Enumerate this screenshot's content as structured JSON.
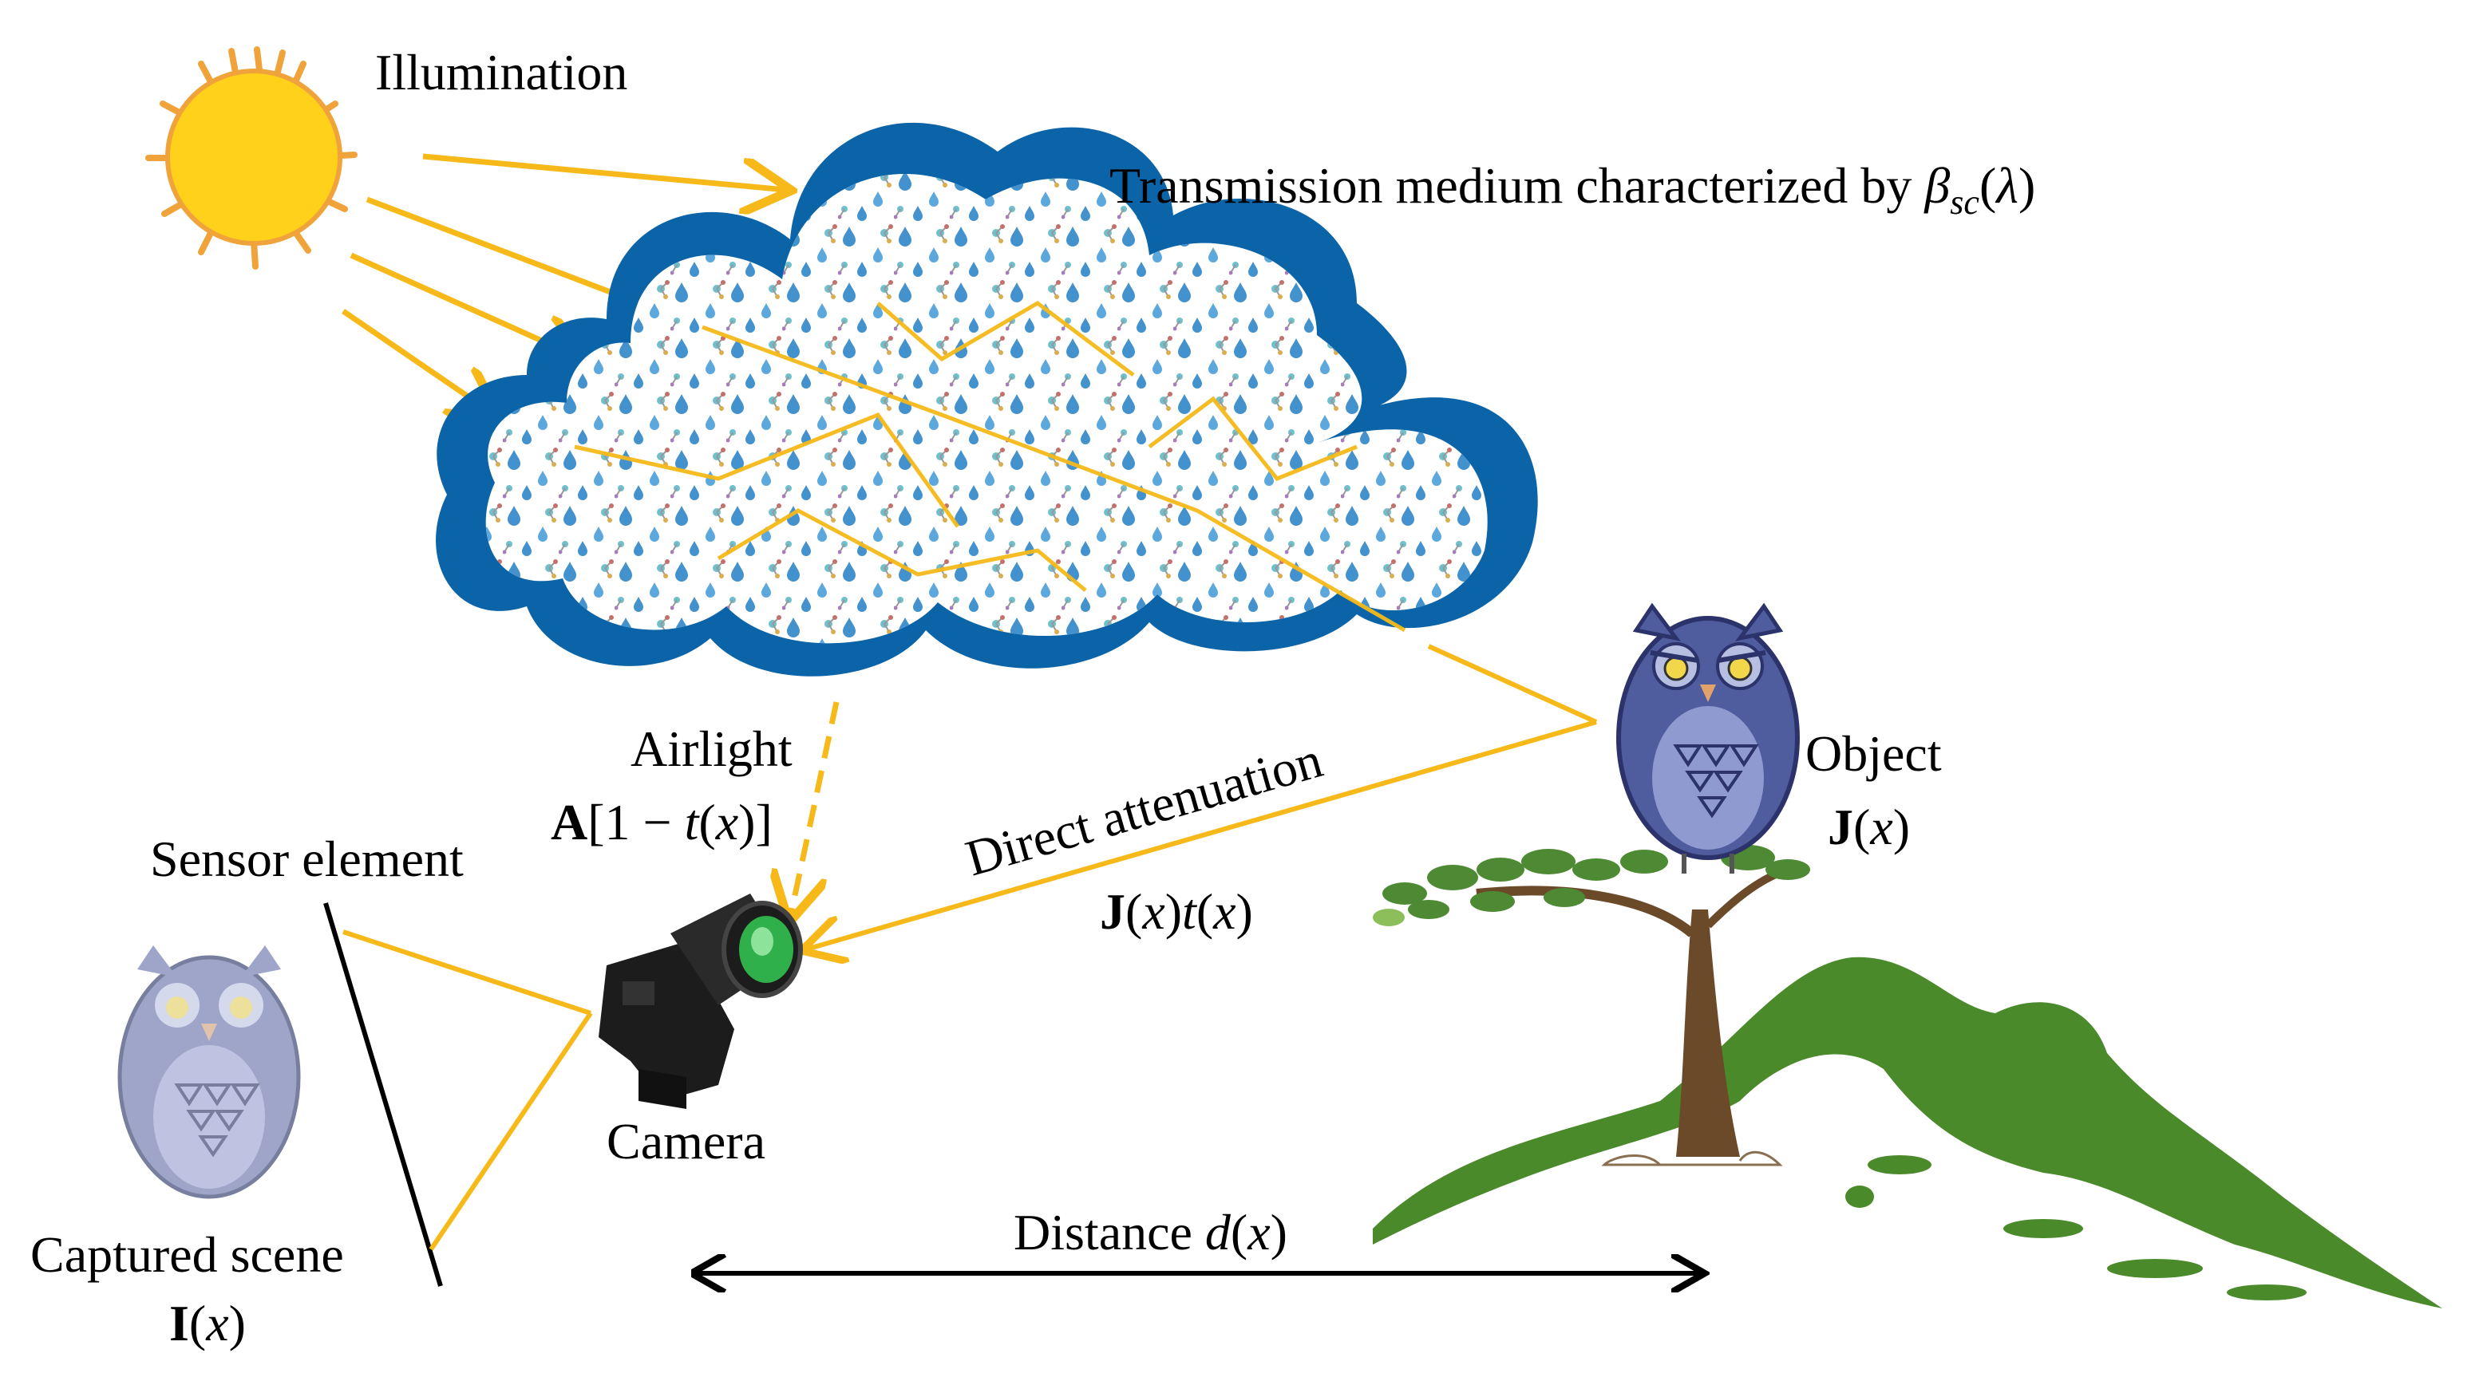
{
  "labels": {
    "illumination": "Illumination",
    "medium_prefix": "Transmission medium characterized by ",
    "medium_beta": "β",
    "medium_sub": "sc",
    "medium_open": "(",
    "medium_lambda": "λ",
    "medium_close": ")",
    "airlight": "Airlight",
    "airlight_A": "A",
    "airlight_rest_1": "[1 − ",
    "airlight_t": "t",
    "airlight_rest_2": "(",
    "airlight_x": "x",
    "airlight_rest_3": ")]",
    "direct": "Direct attenuation",
    "direct_J": "J",
    "direct_open1": "(",
    "direct_x1": "x",
    "direct_close1": ")",
    "direct_t": "t",
    "direct_open2": "(",
    "direct_x2": "x",
    "direct_close2": ")",
    "object": "Object",
    "object_J": "J",
    "object_open": "(",
    "object_x": "x",
    "object_close": ")",
    "sensor": "Sensor element",
    "camera": "Camera",
    "captured": "Captured scene",
    "captured_I": "I",
    "captured_open": "(",
    "captured_x": "x",
    "captured_close": ")",
    "distance": "Distance ",
    "distance_d": "d",
    "distance_open": "(",
    "distance_x": "x",
    "distance_close": ")"
  },
  "colors": {
    "ray": "#F6B919",
    "sun": "#FFD11A",
    "sun_rays": "#F0A33A",
    "cloud_border": "#0B63A8",
    "droplet": "#2E86C8",
    "molecule": "#5FB8C7",
    "owl_body": "#4F5C9E",
    "owl_belly": "#8E9AD0",
    "tree_trunk": "#6B4A2A",
    "leaves": "#4E8A34",
    "hill": "#4A8A2A",
    "camera_body": "#1C1C1C",
    "lens": "#2FB04A"
  },
  "icons": [
    "sun-icon",
    "cloud-icon",
    "camera-icon",
    "owl-icon",
    "tree-icon",
    "hill-icon",
    "noisy-owl-icon"
  ]
}
